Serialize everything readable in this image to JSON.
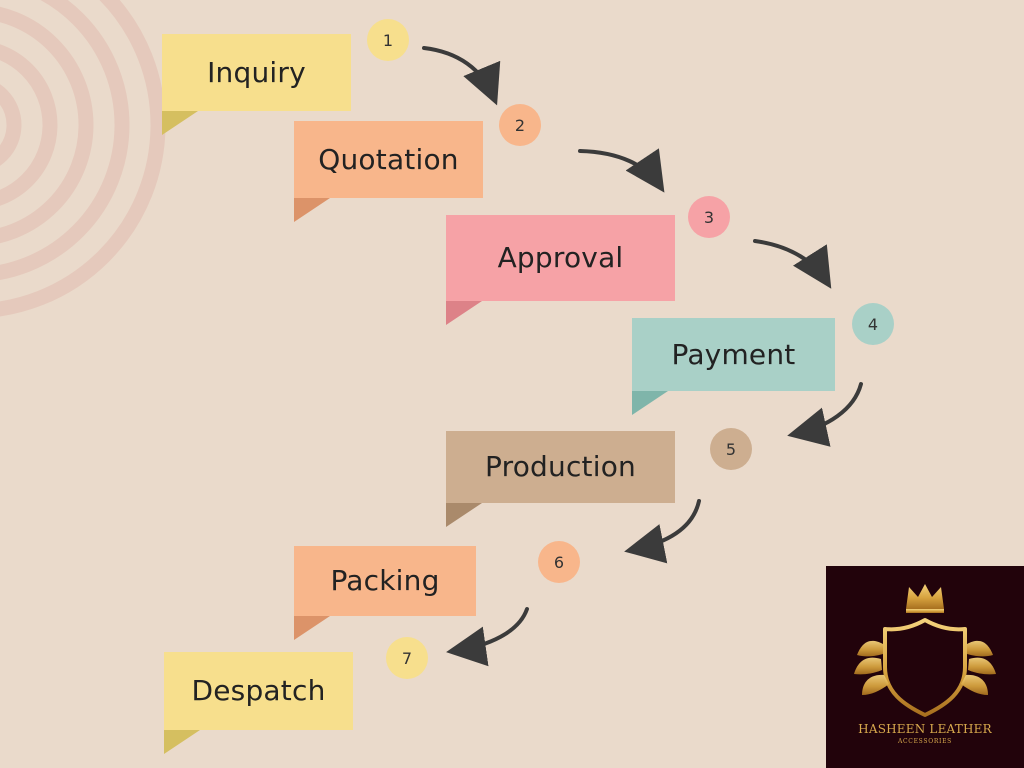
{
  "steps": [
    {
      "number": "1",
      "label": "Inquiry",
      "color": "#f7df8d"
    },
    {
      "number": "2",
      "label": "Quotation",
      "color": "#f8b68b"
    },
    {
      "number": "3",
      "label": "Approval",
      "color": "#f6a2a6"
    },
    {
      "number": "4",
      "label": "Payment",
      "color": "#a9d0c7"
    },
    {
      "number": "5",
      "label": "Production",
      "color": "#cdae90"
    },
    {
      "number": "6",
      "label": "Packing",
      "color": "#f8b68b"
    },
    {
      "number": "7",
      "label": "Despatch",
      "color": "#f7df8d"
    }
  ],
  "logo": {
    "name": "HASHEEN LEATHER",
    "tagline": "ACCESSORIES",
    "colors": {
      "background": "#22030b",
      "gold": "#d8a94d"
    }
  },
  "theme": {
    "background": "#eadacb",
    "arrow": "#3b3b3b"
  }
}
